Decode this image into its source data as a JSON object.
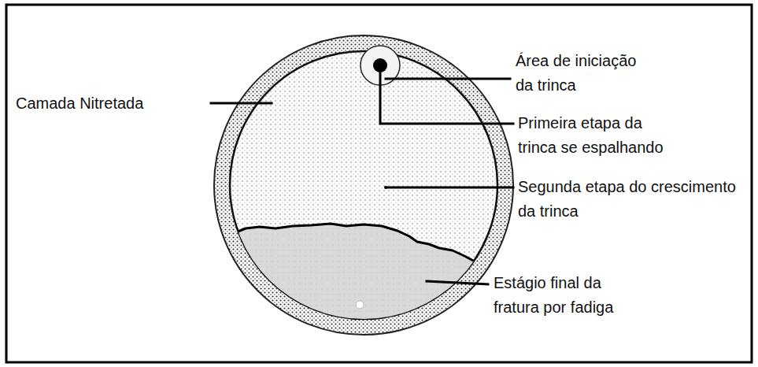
{
  "diagram": {
    "labels": [
      "Camada Nitretada",
      "Área de iniciação da trinca",
      "Primeira etapa da trinca se espalhando",
      "Segunda etapa do crescimento da trinca",
      "Estágio final da fratura por fadiga"
    ]
  }
}
